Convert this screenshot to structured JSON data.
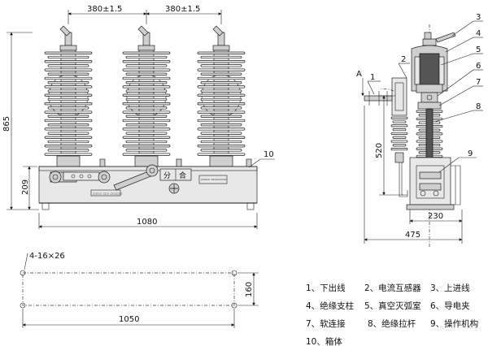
{
  "front_view": {
    "dim_top_left": "380±1.5",
    "dim_top_right": "380±1.5",
    "dim_height": "865",
    "dim_base_height": "209",
    "dim_width": "1080",
    "label_10": "10",
    "panel_left": "分",
    "panel_right": "合"
  },
  "side_view": {
    "labels": [
      "3",
      "4",
      "5",
      "2",
      "6",
      "1",
      "7",
      "8",
      "9"
    ],
    "letter_a": "A",
    "dim_520": "520",
    "dim_230": "230",
    "dim_475": "475"
  },
  "base_view": {
    "hole_label": "4-16×26",
    "dim_160": "160",
    "dim_1050": "1050"
  },
  "legend": {
    "items": [
      "1、下出线",
      "2、电流互感器",
      "3、上进线",
      "4、绝缘支柱",
      "5、真空灭弧室",
      "6、导电夹",
      "7、软连接",
      "8、绝缘拉杆",
      "9、操作机构",
      "10、箱体"
    ]
  }
}
